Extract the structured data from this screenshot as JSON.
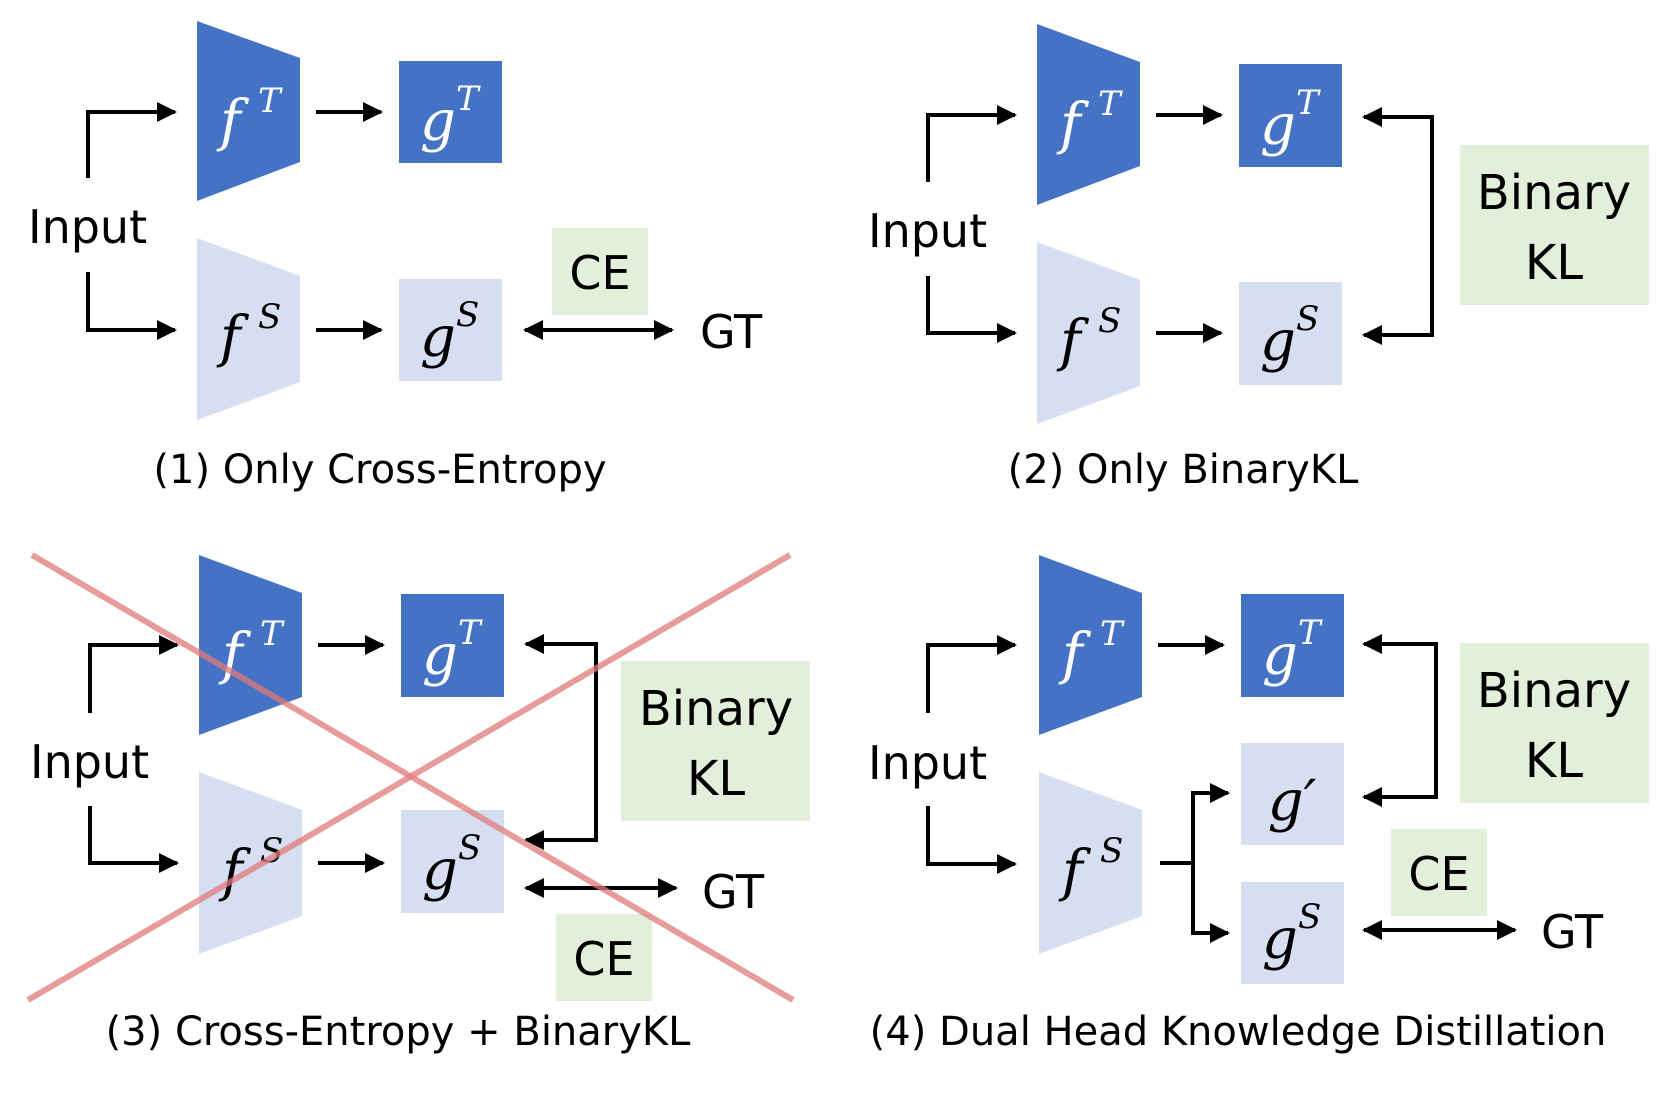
{
  "colors": {
    "teacher": "#4472C4",
    "student": "#D6DEF2",
    "loss_box": "#E2EFDA",
    "arrow": "#000000",
    "cross": "#E07A7A"
  },
  "labels": {
    "input": "Input",
    "teacher_feature": "f",
    "teacher_sup": "T",
    "student_feature": "f",
    "student_sup": "S",
    "teacher_head": "g",
    "student_head": "g",
    "aux_head": "g′",
    "ce": "CE",
    "binary": "Binary",
    "kl": "KL",
    "gt": "GT"
  },
  "panels": [
    {
      "caption": "(1) Only Cross-Entropy"
    },
    {
      "caption": "(2) Only BinaryKL"
    },
    {
      "caption": "(3) Cross-Entropy + BinaryKL"
    },
    {
      "caption": "(4) Dual Head Knowledge Distillation"
    }
  ]
}
